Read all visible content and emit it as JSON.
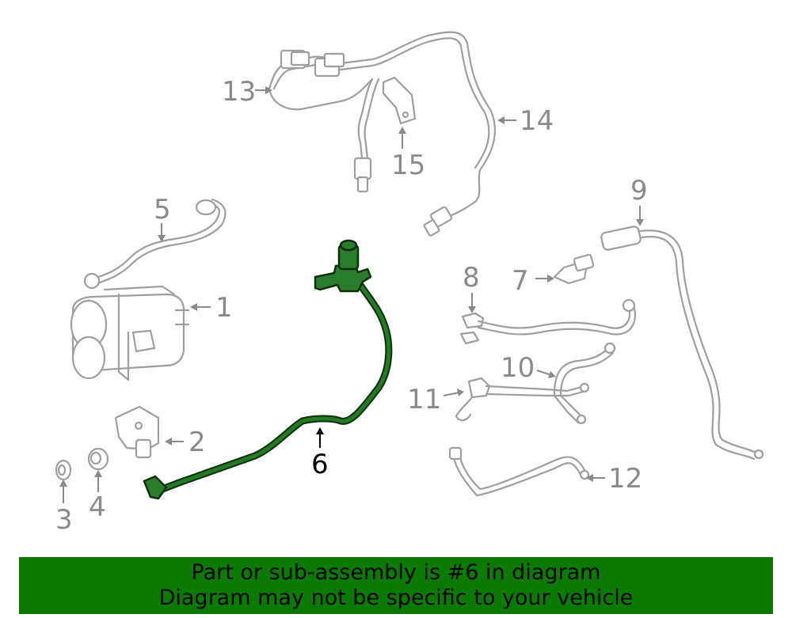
{
  "diagram": {
    "callouts": [
      "1",
      "2",
      "3",
      "4",
      "5",
      "6",
      "7",
      "8",
      "9",
      "10",
      "11",
      "12",
      "13",
      "14",
      "15"
    ],
    "highlighted": "6",
    "highlight_color": "#2a7d2a"
  },
  "banner": {
    "line1": "Part or sub-assembly is #6 in diagram",
    "line2": "Diagram may not be specific to your vehicle",
    "background": "#0a7a00"
  }
}
